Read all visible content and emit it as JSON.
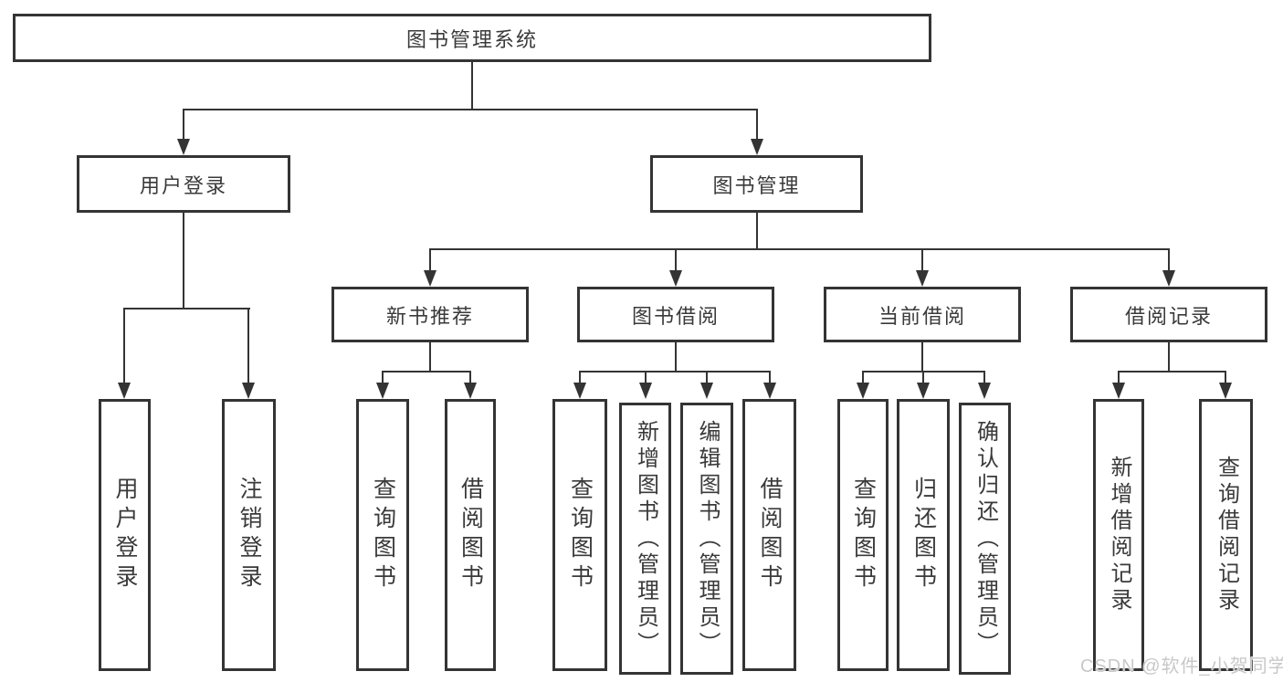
{
  "diagram": {
    "title": "图书管理系统",
    "level2": [
      {
        "label": "用户登录"
      },
      {
        "label": "图书管理"
      }
    ],
    "level3": [
      {
        "label": "新书推荐"
      },
      {
        "label": "图书借阅"
      },
      {
        "label": "当前借阅"
      },
      {
        "label": "借阅记录"
      }
    ],
    "leaves": [
      {
        "label": "用户登录"
      },
      {
        "label": "注销登录"
      },
      {
        "label": "查询图书"
      },
      {
        "label": "借阅图书"
      },
      {
        "label": "查询图书"
      },
      {
        "label": "新增图书（管理员）"
      },
      {
        "label": "编辑图书（管理员）"
      },
      {
        "label": "借阅图书"
      },
      {
        "label": "查询图书"
      },
      {
        "label": "归还图书"
      },
      {
        "label": "确认归还（管理员）"
      },
      {
        "label": "新增借阅记录"
      },
      {
        "label": "查询借阅记录"
      }
    ]
  },
  "watermark": "CSDN @软件_小贺同学",
  "colors": {
    "line": "#343434",
    "text": "#3a3a3a",
    "watermark": "#c8c8c8",
    "background": "#ffffff"
  }
}
